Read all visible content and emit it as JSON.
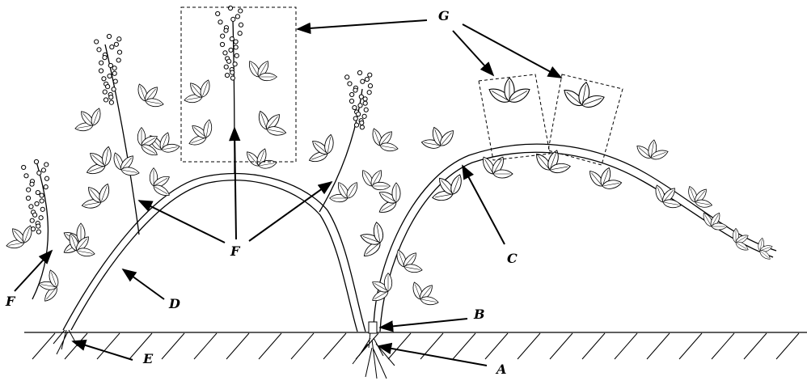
{
  "labels": {
    "a": "A",
    "b": "B",
    "c": "C",
    "d": "D",
    "e": "E",
    "f_left": "F",
    "f_center": "F",
    "g": "G"
  },
  "colors": {
    "ink": "#000000",
    "paper": "#ffffff"
  }
}
